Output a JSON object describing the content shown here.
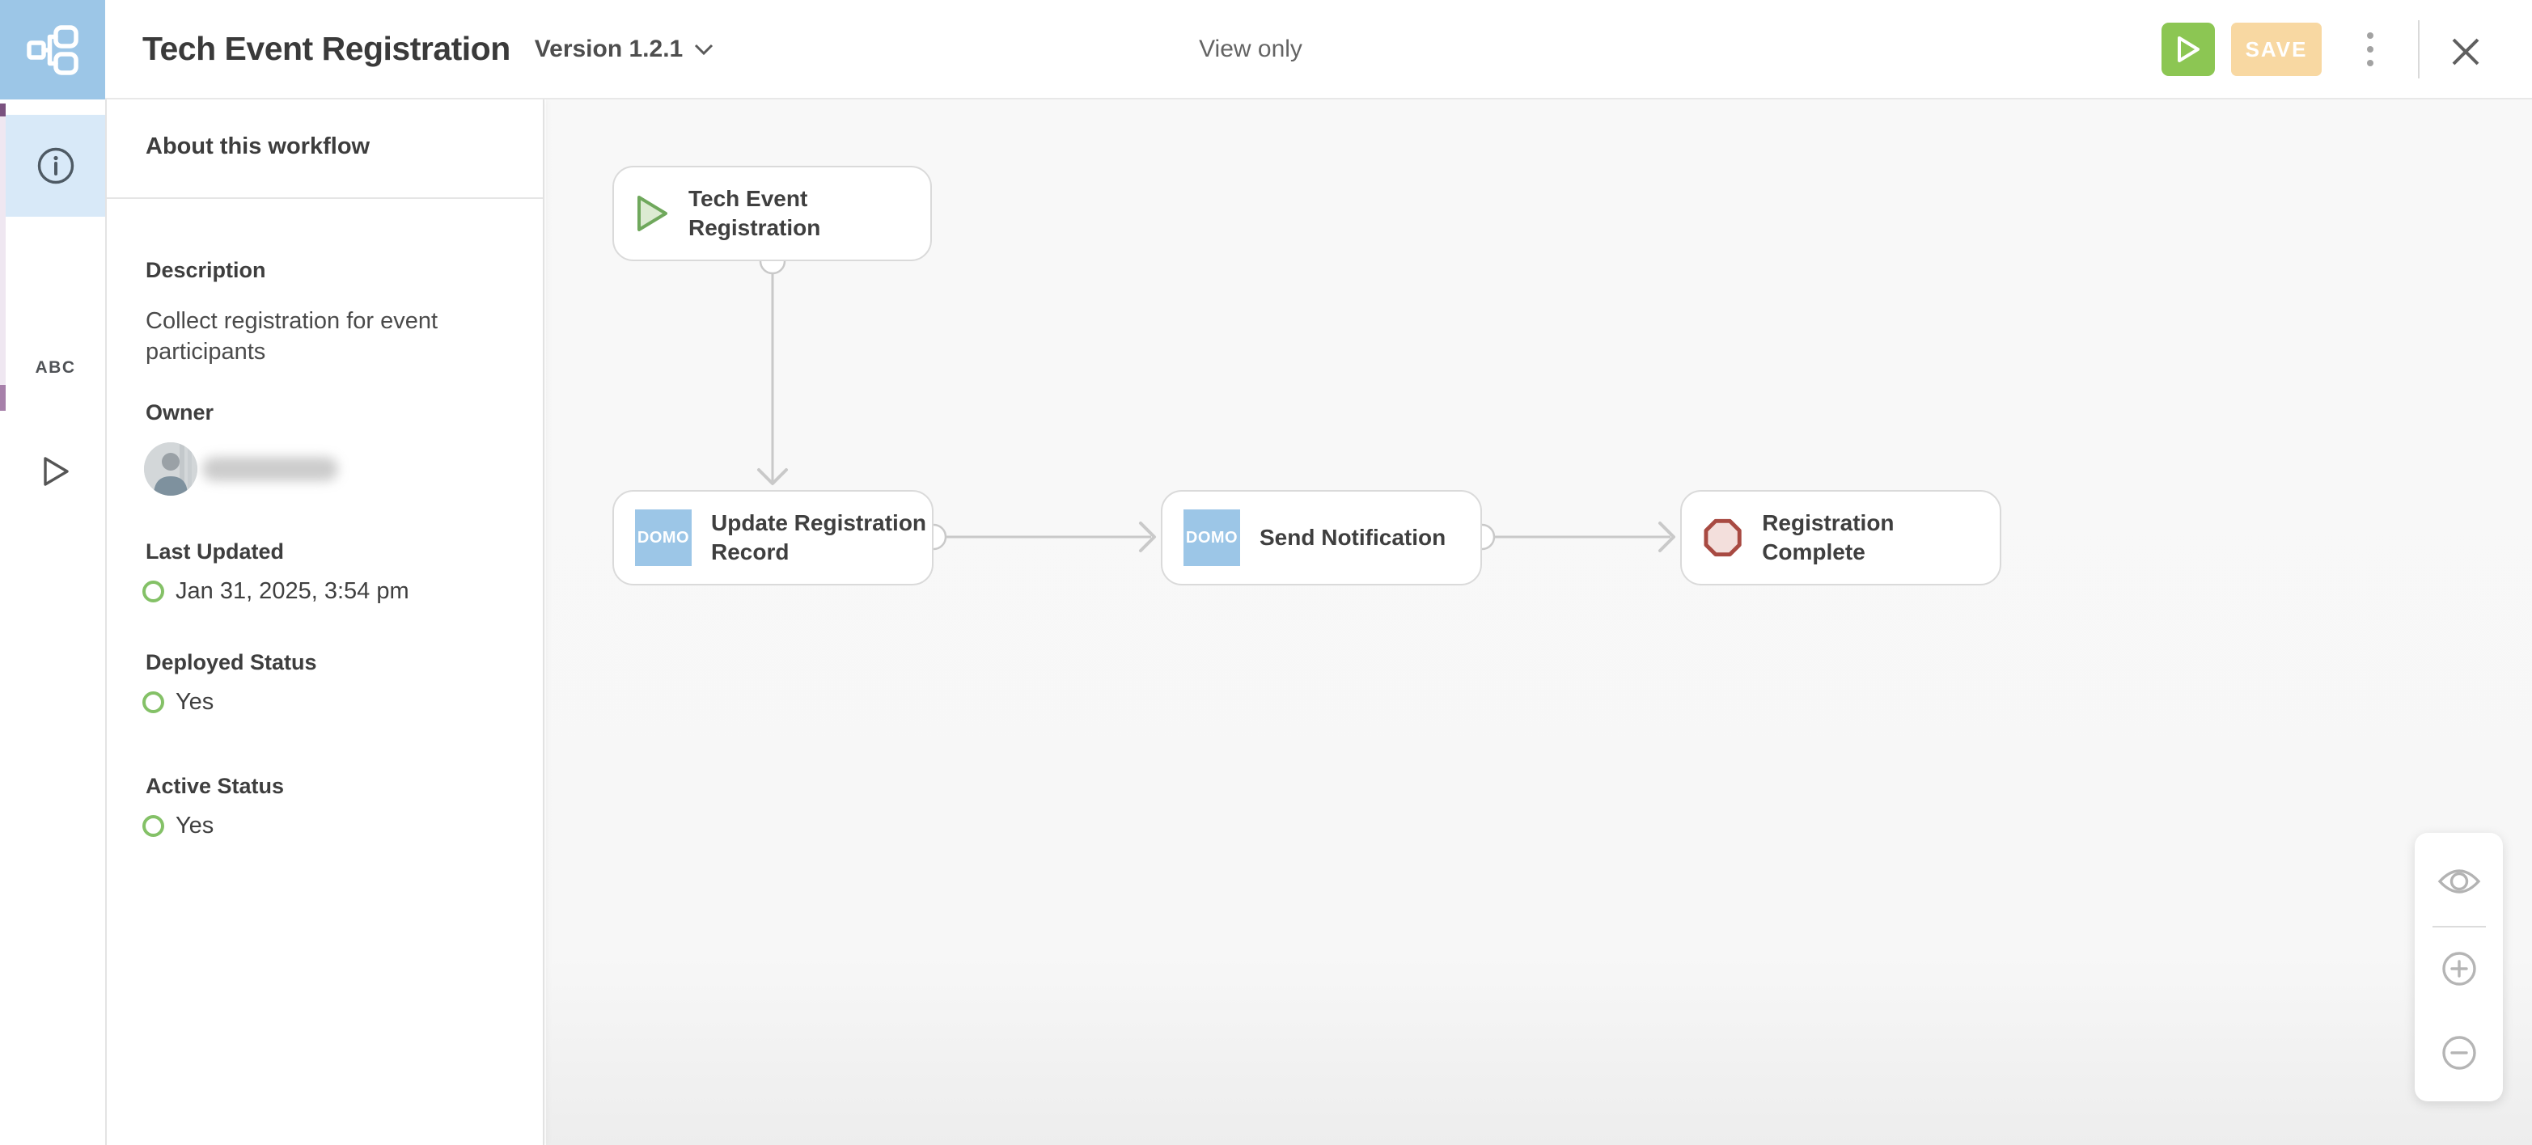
{
  "header": {
    "title": "Tech Event Registration",
    "version_label": "Version 1.2.1",
    "mode_label": "View only",
    "save_label": "SAVE",
    "run_icon": "play-icon",
    "more_icon": "kebab-menu-icon",
    "close_icon": "close-icon",
    "logo_icon": "workflow-sitemap-icon",
    "colors": {
      "run_green": "#8cc653",
      "save_disabled": "#f8d8a2",
      "logo_blue": "#9cc6e7"
    }
  },
  "rail": {
    "items": [
      {
        "id": "info",
        "icon": "info-circle-icon",
        "selected": true
      },
      {
        "id": "text-fields",
        "label": "ABC",
        "selected": false
      },
      {
        "id": "run",
        "icon": "play-outline-icon",
        "selected": false
      }
    ],
    "selected_bg": "#d8e9f8"
  },
  "panel": {
    "title": "About this workflow",
    "description": {
      "label": "Description",
      "value": "Collect registration for event participants"
    },
    "owner": {
      "label": "Owner",
      "name_redacted": true,
      "avatar_icon": "person-avatar"
    },
    "last_updated": {
      "label": "Last Updated",
      "value": "Jan 31, 2025, 3:54 pm",
      "icon": "green-ring-icon"
    },
    "deployed": {
      "label": "Deployed Status",
      "value": "Yes",
      "icon": "green-ring-icon"
    },
    "active": {
      "label": "Active Status",
      "value": "Yes",
      "icon": "green-ring-icon"
    }
  },
  "canvas": {
    "nodes": [
      {
        "label": "Tech Event Registration",
        "icon": "play-icon",
        "type": "start"
      },
      {
        "label": "Update Registration Record",
        "icon": "domo-icon",
        "icon_text": "DOMO",
        "type": "task"
      },
      {
        "label": "Send Notification",
        "icon": "domo-icon",
        "icon_text": "DOMO",
        "type": "task"
      },
      {
        "label": "Registration Complete",
        "icon": "stop-octagon-icon",
        "type": "end"
      }
    ],
    "edges": [
      {
        "from": 0,
        "to": 1,
        "direction": "down"
      },
      {
        "from": 1,
        "to": 2,
        "direction": "right"
      },
      {
        "from": 2,
        "to": 3,
        "direction": "right"
      }
    ],
    "zoom_controls": [
      {
        "id": "fit",
        "icon": "eye-icon"
      },
      {
        "id": "zoom-in",
        "icon": "zoom-in-icon"
      },
      {
        "id": "zoom-out",
        "icon": "zoom-out-icon"
      }
    ],
    "colors": {
      "domo_blue": "#9cc6e7",
      "edge_gray": "#c9c9c9",
      "stop_red": "#a84a42",
      "stop_fill": "#f3dfdc",
      "start_green": "#6fa85c",
      "start_fill": "#dcebd2"
    }
  }
}
